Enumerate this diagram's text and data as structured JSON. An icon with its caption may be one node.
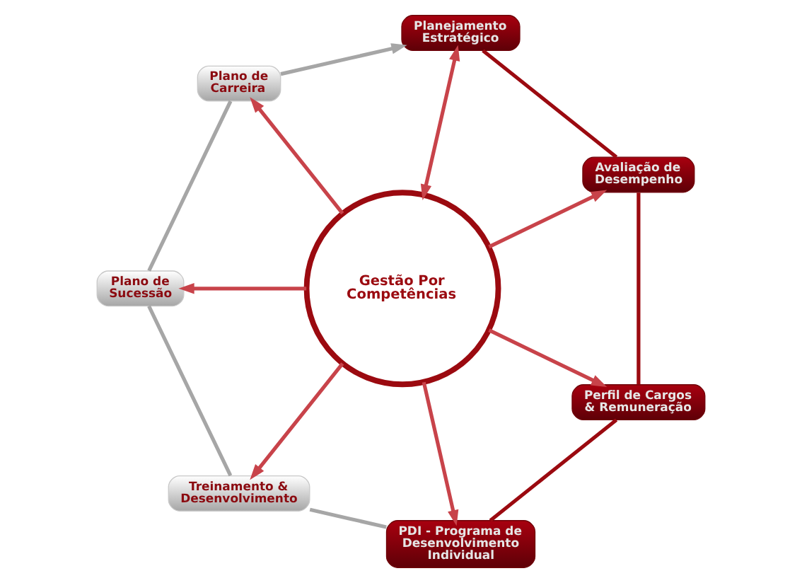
{
  "diagram": {
    "nodes": [
      {
        "text": [
          "Planejamento Estratégico"
        ]
      },
      {
        "text": [
          "Plano de Carreira"
        ]
      },
      {
        "text": [
          "Avaliação de Desempenho"
        ]
      },
      {
        "text": [
          "Gestão Por Competências"
        ]
      },
      {
        "text": [
          "Plano de Sucessão"
        ]
      },
      {
        "text": [
          "Perfil de Cargos & Remuneração"
        ]
      },
      {
        "text": [
          "Treinamento & Desenvolvimento"
        ]
      },
      {
        "text": [
          "PDI - Programa de Desenvolvimento Individual"
        ]
      }
    ],
    "edges": [
      {
        "from": 3,
        "to": 0,
        "arrow": "both"
      },
      {
        "from": 3,
        "to": 2,
        "arrow": "to"
      },
      {
        "from": 3,
        "to": 5,
        "arrow": "to"
      },
      {
        "from": 3,
        "to": 7,
        "arrow": "to"
      },
      {
        "from": 3,
        "to": 6,
        "arrow": "to"
      },
      {
        "from": 3,
        "to": 4,
        "arrow": "to"
      },
      {
        "from": 3,
        "to": 1,
        "arrow": "to"
      },
      {
        "from": 0,
        "to": 2,
        "arrow": "none",
        "color": "#9b0a10"
      },
      {
        "from": 2,
        "to": 5,
        "arrow": "none",
        "color": "#9b0a10"
      },
      {
        "from": 5,
        "to": 7,
        "arrow": "none",
        "color": "#9b0a10"
      },
      {
        "from": 7,
        "to": 6,
        "arrow": "none",
        "color": "#a6a6a6"
      },
      {
        "from": 6,
        "to": 4,
        "arrow": "none",
        "color": "#a6a6a6"
      },
      {
        "from": 4,
        "to": 1,
        "arrow": "none",
        "color": "#a6a6a6"
      },
      {
        "from": 1,
        "to": 0,
        "arrow": "to",
        "color": "#a6a6a6"
      }
    ]
  }
}
